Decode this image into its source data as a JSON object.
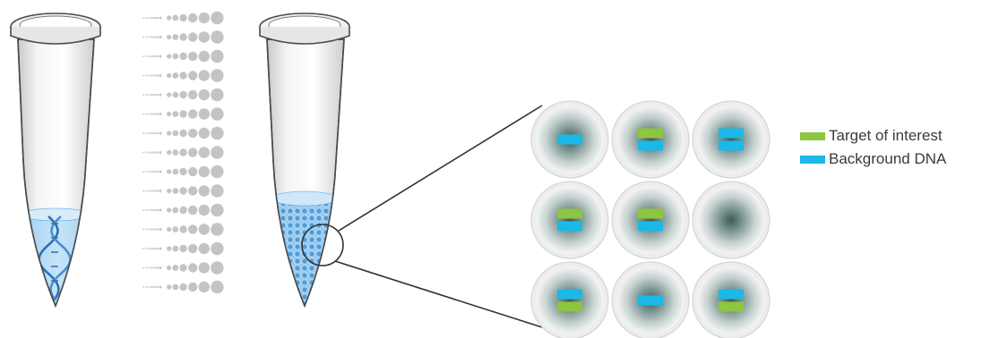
{
  "legend": {
    "target_label": "Target of interest",
    "background_label": "Background DNA"
  },
  "colors": {
    "target": "#8dc63f",
    "background": "#1bb8e8",
    "tube_outline": "#4a4a4a",
    "tube_liquid": "#a9d5f2",
    "droplet_stream": "#c4c4c4",
    "partition_ring": "#d6d6d6",
    "partition_core": "#4f6a66"
  },
  "partitions": [
    {
      "bars": [
        "background"
      ]
    },
    {
      "bars": [
        "target",
        "background"
      ]
    },
    {
      "bars": [
        "background",
        "background"
      ]
    },
    {
      "bars": [
        "target",
        "background"
      ]
    },
    {
      "bars": [
        "target",
        "background"
      ]
    },
    {
      "bars": []
    },
    {
      "bars": [
        "background",
        "target"
      ]
    },
    {
      "bars": [
        "background"
      ]
    },
    {
      "bars": [
        "background",
        "target"
      ]
    }
  ]
}
